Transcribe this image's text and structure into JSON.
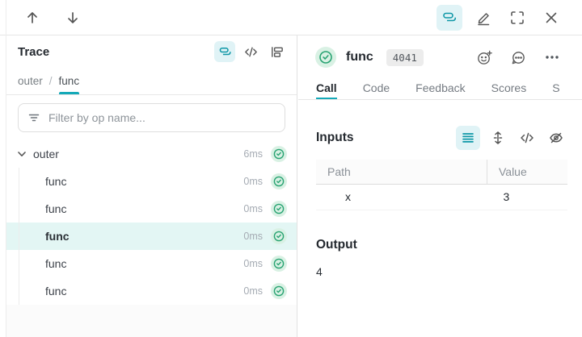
{
  "topbar": {
    "up_icon": "arrow-up",
    "down_icon": "arrow-down",
    "icons": [
      "stacked-view",
      "edit-pencil",
      "fullscreen",
      "close"
    ]
  },
  "trace_panel": {
    "title": "Trace",
    "view_icons": [
      "stacked-view",
      "code-view",
      "flamegraph-view"
    ],
    "breadcrumb": {
      "items": [
        "outer",
        "func"
      ],
      "separator": "/"
    },
    "filter_placeholder": "Filter by op name...",
    "tree": [
      {
        "label": "outer",
        "duration": "6ms",
        "level": 0,
        "expanded": true,
        "selected": false,
        "status": "success"
      },
      {
        "label": "func",
        "duration": "0ms",
        "level": 1,
        "selected": false,
        "status": "success"
      },
      {
        "label": "func",
        "duration": "0ms",
        "level": 1,
        "selected": false,
        "status": "success"
      },
      {
        "label": "func",
        "duration": "0ms",
        "level": 1,
        "selected": true,
        "status": "success"
      },
      {
        "label": "func",
        "duration": "0ms",
        "level": 1,
        "selected": false,
        "status": "success"
      },
      {
        "label": "func",
        "duration": "0ms",
        "level": 1,
        "selected": false,
        "status": "success"
      }
    ]
  },
  "detail_panel": {
    "status": "success",
    "title": "func",
    "badge": "4041",
    "header_icons": [
      "add-reaction",
      "comment",
      "overflow-menu"
    ],
    "tabs": [
      "Call",
      "Code",
      "Feedback",
      "Scores",
      "S"
    ],
    "active_tab": "Call",
    "inputs": {
      "heading": "Inputs",
      "view_icons": [
        "list-view",
        "expand-rows",
        "code-view",
        "hide"
      ],
      "columns": [
        "Path",
        "Value"
      ],
      "rows": [
        {
          "path": "x",
          "value": "3"
        }
      ]
    },
    "output": {
      "heading": "Output",
      "value": "4"
    }
  },
  "colors": {
    "accent_teal": "#14a9b8",
    "icon_teal": "#0e97a7",
    "teal_icon_bg": "#e0f3f6",
    "selected_row_bg": "#e3f6f4",
    "success_green": "#28a372",
    "success_green_bg": "#d9f1e4",
    "muted_text": "#8a9097",
    "border": "#e6e6e6"
  }
}
